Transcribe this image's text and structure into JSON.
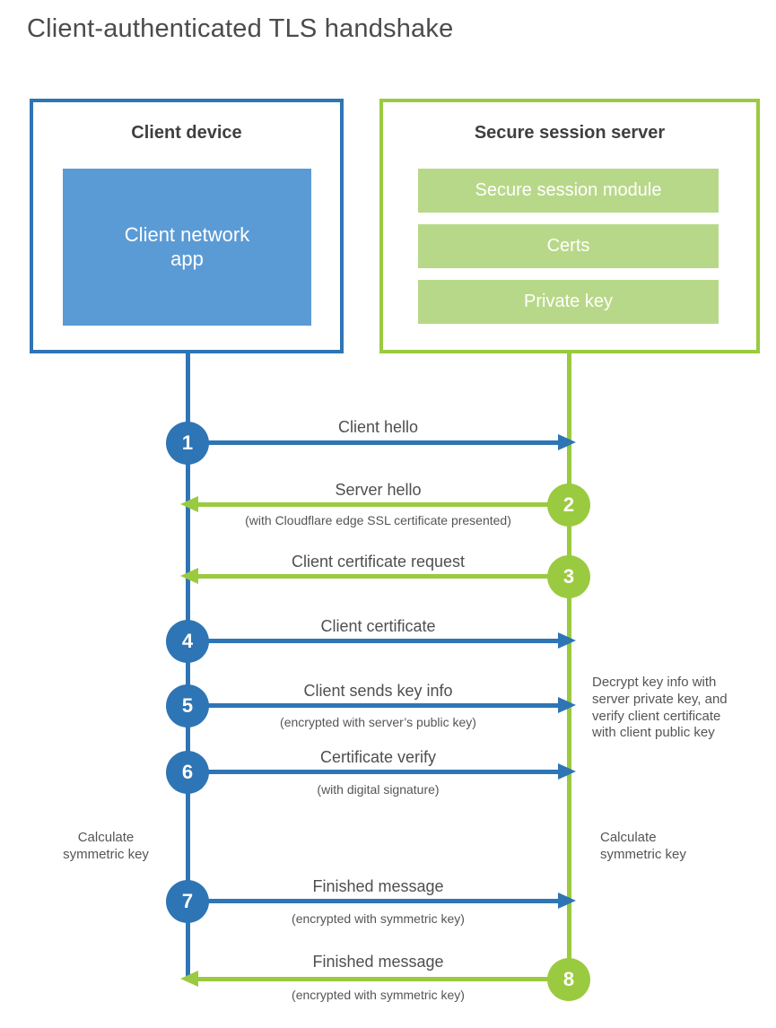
{
  "title": "Client-authenticated TLS handshake",
  "colors": {
    "blue": "#2e75b5",
    "blue_fill": "#5b9bd5",
    "green": "#9aca3f",
    "green_fill": "#b8d889",
    "heading_text": "#3f3f3f",
    "label_text": "#4f4f4f"
  },
  "client_box": {
    "title": "Client device",
    "inner_label": "Client network\napp"
  },
  "server_box": {
    "title": "Secure session server",
    "modules": [
      "Secure session module",
      "Certs",
      "Private key"
    ]
  },
  "steps": [
    {
      "num": "1",
      "color": "blue",
      "direction": "right",
      "label": "Client hello",
      "sublabel": ""
    },
    {
      "num": "2",
      "color": "green",
      "direction": "left",
      "label": "Server hello",
      "sublabel": "(with Cloudflare edge SSL certificate presented)"
    },
    {
      "num": "3",
      "color": "green",
      "direction": "left",
      "label": "Client certificate request",
      "sublabel": ""
    },
    {
      "num": "4",
      "color": "blue",
      "direction": "right",
      "label": "Client certificate",
      "sublabel": ""
    },
    {
      "num": "5",
      "color": "blue",
      "direction": "right",
      "label": "Client sends key info",
      "sublabel": "(encrypted with server’s public key)"
    },
    {
      "num": "6",
      "color": "blue",
      "direction": "right",
      "label": "Certificate verify",
      "sublabel": "(with digital signature)"
    },
    {
      "num": "7",
      "color": "blue",
      "direction": "right",
      "label": "Finished message",
      "sublabel": "(encrypted with symmetric key)"
    },
    {
      "num": "8",
      "color": "green",
      "direction": "left",
      "label": "Finished message",
      "sublabel": "(encrypted with symmetric key)"
    }
  ],
  "annotations": {
    "decrypt_note": "Decrypt key info with\nserver private key, and\nverify client certificate\nwith client public key",
    "calc_left": "Calculate\nsymmetric key",
    "calc_right": "Calculate\nsymmetric key"
  }
}
